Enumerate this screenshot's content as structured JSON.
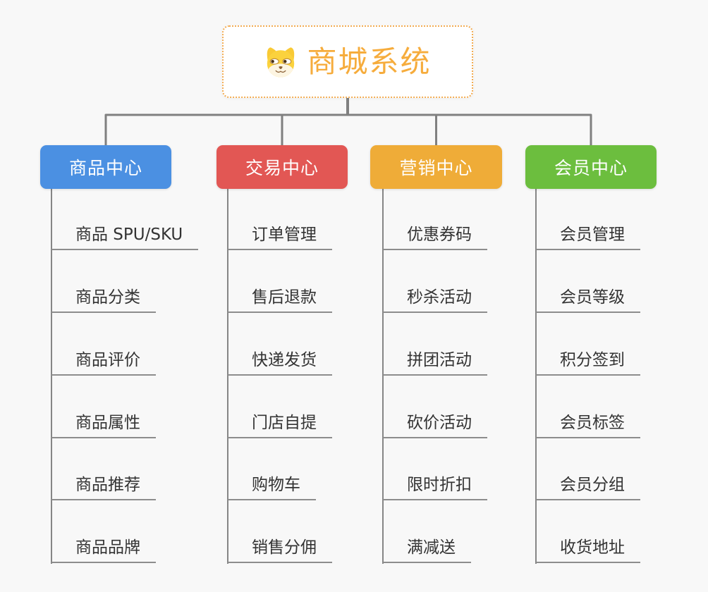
{
  "page": {
    "background": "#F8F8F8"
  },
  "root": {
    "title": "商城系统",
    "icon": "dog-face-icon",
    "accent_color": "#F6AC3C",
    "border_color": "#F3AC52"
  },
  "branches": [
    {
      "label": "商品中心",
      "color": "#4B90E2",
      "items": [
        "商品 SPU/SKU",
        "商品分类",
        "商品评价",
        "商品属性",
        "商品推荐",
        "商品品牌"
      ]
    },
    {
      "label": "交易中心",
      "color": "#E25754",
      "items": [
        "订单管理",
        "售后退款",
        "快递发货",
        "门店自提",
        "购物车",
        "销售分佣"
      ]
    },
    {
      "label": "营销中心",
      "color": "#EFAC38",
      "items": [
        "优惠券码",
        "秒杀活动",
        "拼团活动",
        "砍价活动",
        "限时折扣",
        "满减送"
      ]
    },
    {
      "label": "会员中心",
      "color": "#6CBE3E",
      "items": [
        "会员管理",
        "会员等级",
        "积分签到",
        "会员标签",
        "会员分组",
        "收货地址"
      ]
    }
  ],
  "connector_color": "#808080",
  "trunk_color": "#868686",
  "underline_color": "#8D8D8D",
  "item_text_color": "#333333"
}
